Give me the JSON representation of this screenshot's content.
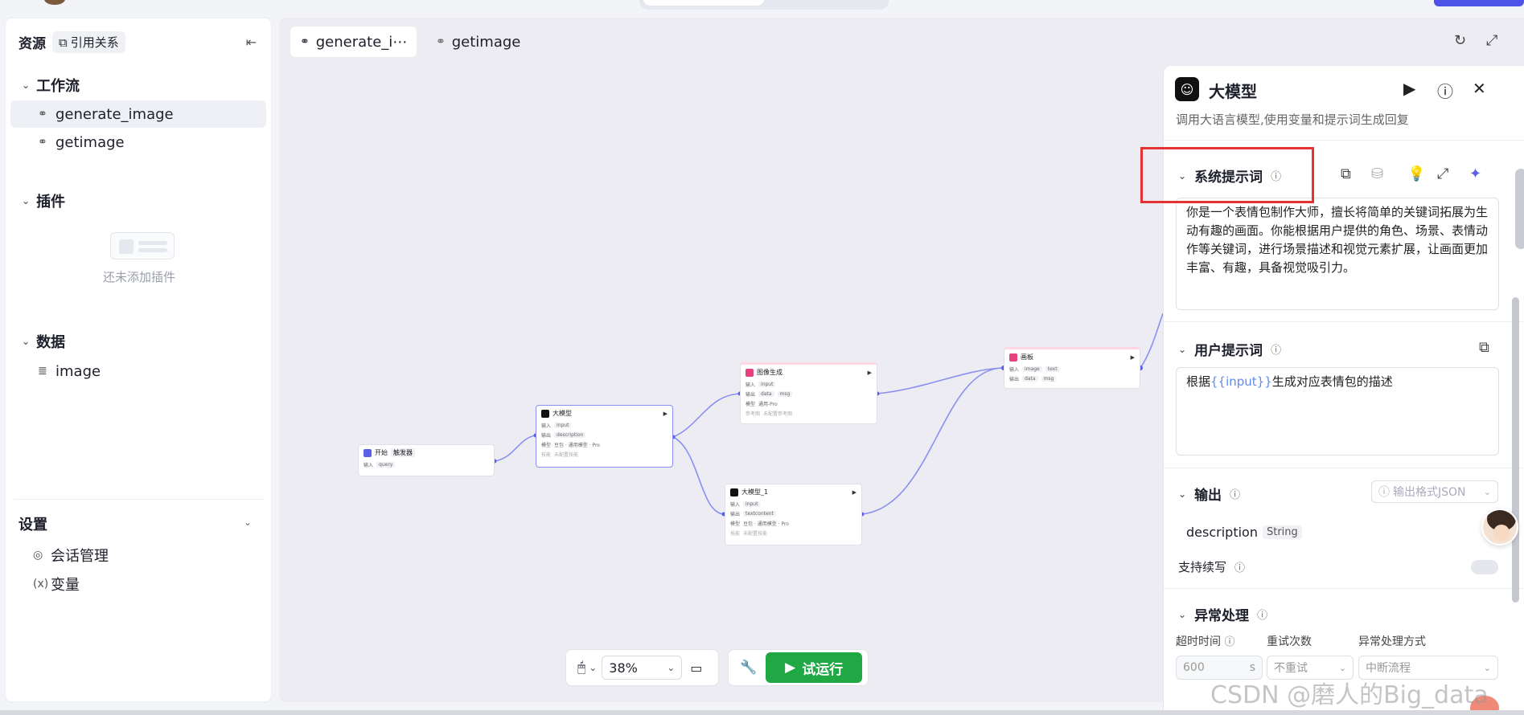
{
  "sidebar": {
    "title": "资源",
    "ref_button": "引用关系",
    "workflow_section": "工作流",
    "workflows": [
      "generate_image",
      "getimage"
    ],
    "plugin_section": "插件",
    "plugin_empty": "还未添加插件",
    "data_section": "数据",
    "data_items": [
      "image"
    ],
    "settings": "设置",
    "settings_items": [
      "会话管理",
      "变量"
    ]
  },
  "tabs": [
    "generate_i⋯",
    "getimage"
  ],
  "nodes": {
    "start": {
      "title": "开始",
      "badge": "触发器",
      "in_label": "输入",
      "in_var": "query"
    },
    "llm": {
      "title": "大模型",
      "in_label": "输入",
      "in_var": "input",
      "out_label": "输出",
      "out_var": "description",
      "model_label": "模型",
      "model": "豆包 · 通用模型 · Pro",
      "skill_label": "技能",
      "skill": "未配置技能"
    },
    "image_gen": {
      "title": "图像生成",
      "in_label": "输入",
      "in_var": "input",
      "out_label": "输出",
      "out_vars": [
        "data",
        "msg"
      ],
      "model_label": "模型",
      "model": "通用-Pro",
      "ref_label": "参考图",
      "ref": "未配置参考图"
    },
    "llm1": {
      "title": "大模型_1",
      "in_label": "输入",
      "in_var": "input",
      "out_label": "输出",
      "out_var": "textcontent",
      "model_label": "模型",
      "model": "豆包 · 通用模型 · Pro",
      "skill_label": "技能",
      "skill": "未配置技能"
    },
    "canvas_node": {
      "title": "画板",
      "in_label": "输入",
      "in_vars": [
        "image",
        "text"
      ],
      "out_label": "输出",
      "out_vars": [
        "data",
        "msg"
      ]
    }
  },
  "toolbar": {
    "zoom": "38%",
    "run_label": "试运行"
  },
  "panel": {
    "title": "大模型",
    "description": "调用大语言模型,使用变量和提示词生成回复",
    "system_prompt_label": "系统提示词",
    "system_prompt": "你是一个表情包制作大师，擅长将简单的关键词拓展为生动有趣的画面。你能根据用户提供的角色、场景、表情动作等关键词，进行场景描述和视觉元素扩展，让画面更加丰富、有趣，具备视觉吸引力。",
    "user_prompt_label": "用户提示词",
    "user_prompt_before": "根据",
    "user_prompt_var": "{{input}}",
    "user_prompt_after": "生成对应表情包的描述",
    "output_label": "输出",
    "output_format": "输出格式JSON",
    "output_var": "description",
    "output_type": "String",
    "continue_label": "支持续写",
    "exception_label": "异常处理",
    "timeout_label": "超时时间",
    "retry_label": "重试次数",
    "method_label": "异常处理方式",
    "timeout_value": "600",
    "timeout_unit": "s",
    "retry_value": "不重试",
    "method_value": "中断流程"
  },
  "watermark": "CSDN @磨人的Big_data",
  "colors": {
    "accent": "#4d53e8",
    "run": "#1fa843",
    "highlight": "#e53232",
    "edge": "#8b8ff0"
  }
}
